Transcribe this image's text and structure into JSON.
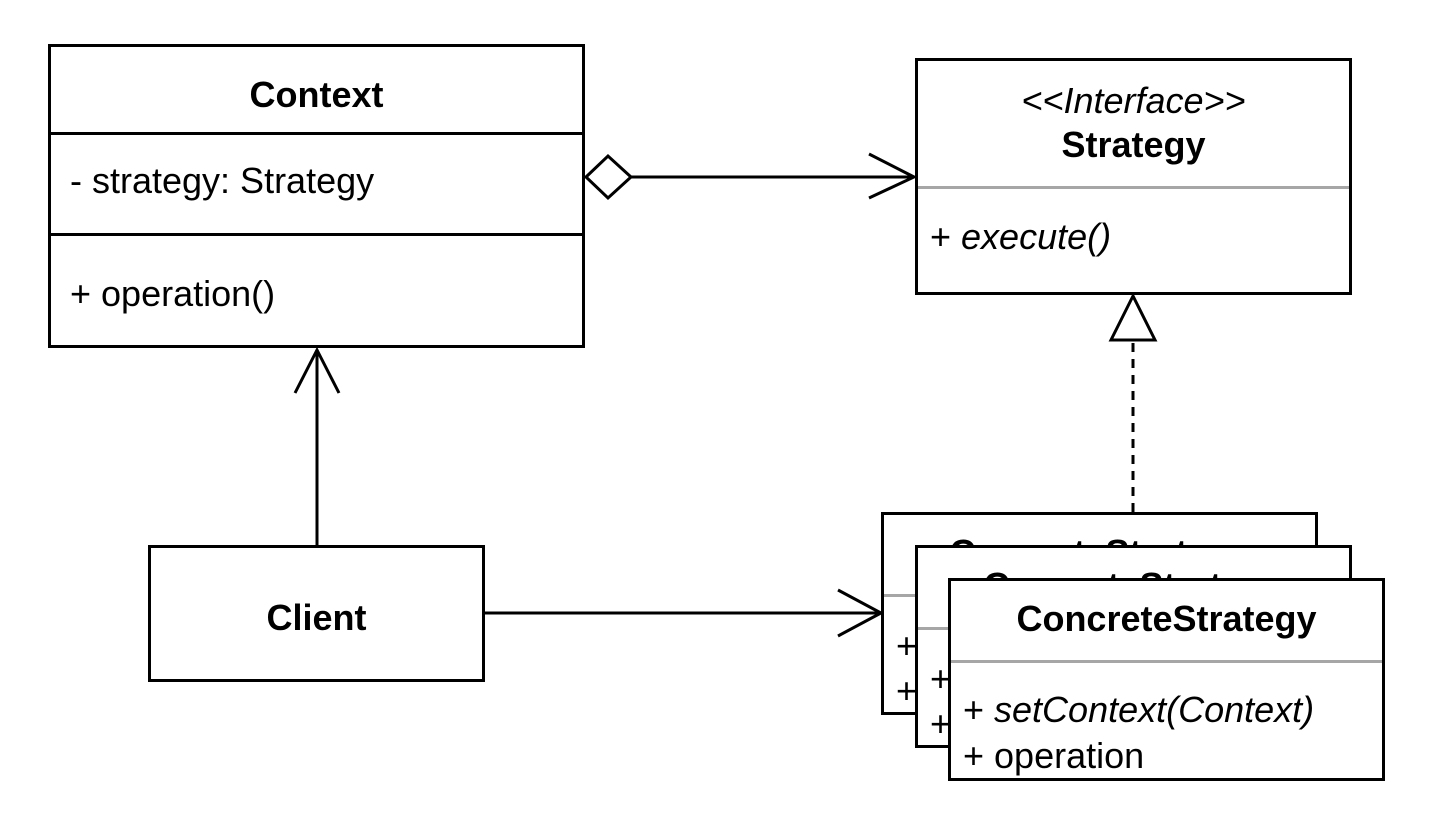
{
  "context": {
    "name": "Context",
    "attribute": "- strategy: Strategy",
    "operation": "+ operation()"
  },
  "strategy": {
    "stereotype": "<<Interface>>",
    "name": "Strategy",
    "method_prefix": "+ ",
    "method": "execute()"
  },
  "client": {
    "name": "Client"
  },
  "concrete_strategy": {
    "name": "ConcreteStrategy",
    "method_prefix": "+ ",
    "method": "setContext(Context)",
    "operation": "+ operation",
    "stack_row_prefix": "+"
  },
  "colors": {
    "line": "#000000",
    "divider_light": "#a6a6a6",
    "background": "#ffffff"
  }
}
